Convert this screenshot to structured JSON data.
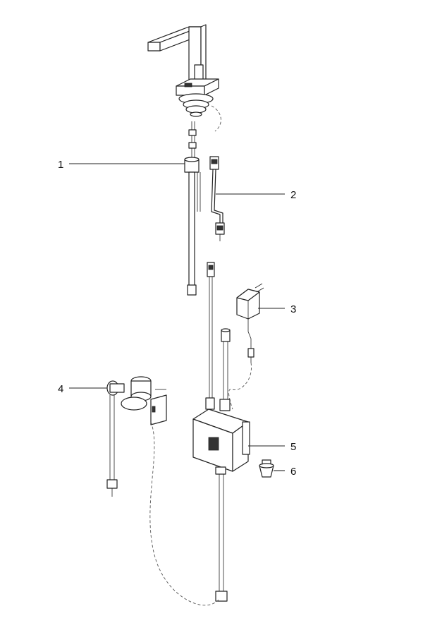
{
  "callouts": [
    {
      "id": "1",
      "text": "1"
    },
    {
      "id": "2",
      "text": "2"
    },
    {
      "id": "3",
      "text": "3"
    },
    {
      "id": "4",
      "text": "4"
    },
    {
      "id": "5",
      "text": "5"
    },
    {
      "id": "6",
      "text": "6"
    }
  ],
  "colors": {
    "line": "#222222",
    "background": "#ffffff"
  }
}
